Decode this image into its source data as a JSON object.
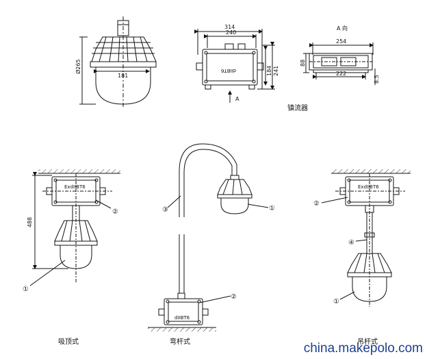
{
  "top_views": {
    "lamp": {
      "dim_diameter": "Ø265",
      "dim_width": "181"
    },
    "ballast": {
      "dim_total": "314",
      "dim_inner": "240",
      "dim_height_inner": "184",
      "dim_height_total": "241",
      "nameplate": "dIIBT6",
      "view_marker": "A",
      "caption": "镇流器"
    },
    "view_a": {
      "title": "A 向",
      "dim_top": "254",
      "dim_bottom": "222",
      "dim_left": "88",
      "dim_right": "8.5"
    }
  },
  "bottom_views": {
    "ceiling": {
      "nameplate": "ExdIIBT6",
      "dim_height": "488",
      "callout_lamp": "①",
      "callout_box": "②",
      "caption": "吸顶式"
    },
    "curved": {
      "nameplate": "dIIBT6",
      "callout_lamp": "①",
      "callout_box": "②",
      "callout_pole": "③",
      "caption": "弯杆式"
    },
    "pendant": {
      "nameplate": "ExdIIBT6",
      "callout_lamp": "①",
      "callout_box": "②",
      "callout_pole": "④",
      "caption": "吊杆式"
    }
  },
  "watermark": "china.makepolo.com"
}
